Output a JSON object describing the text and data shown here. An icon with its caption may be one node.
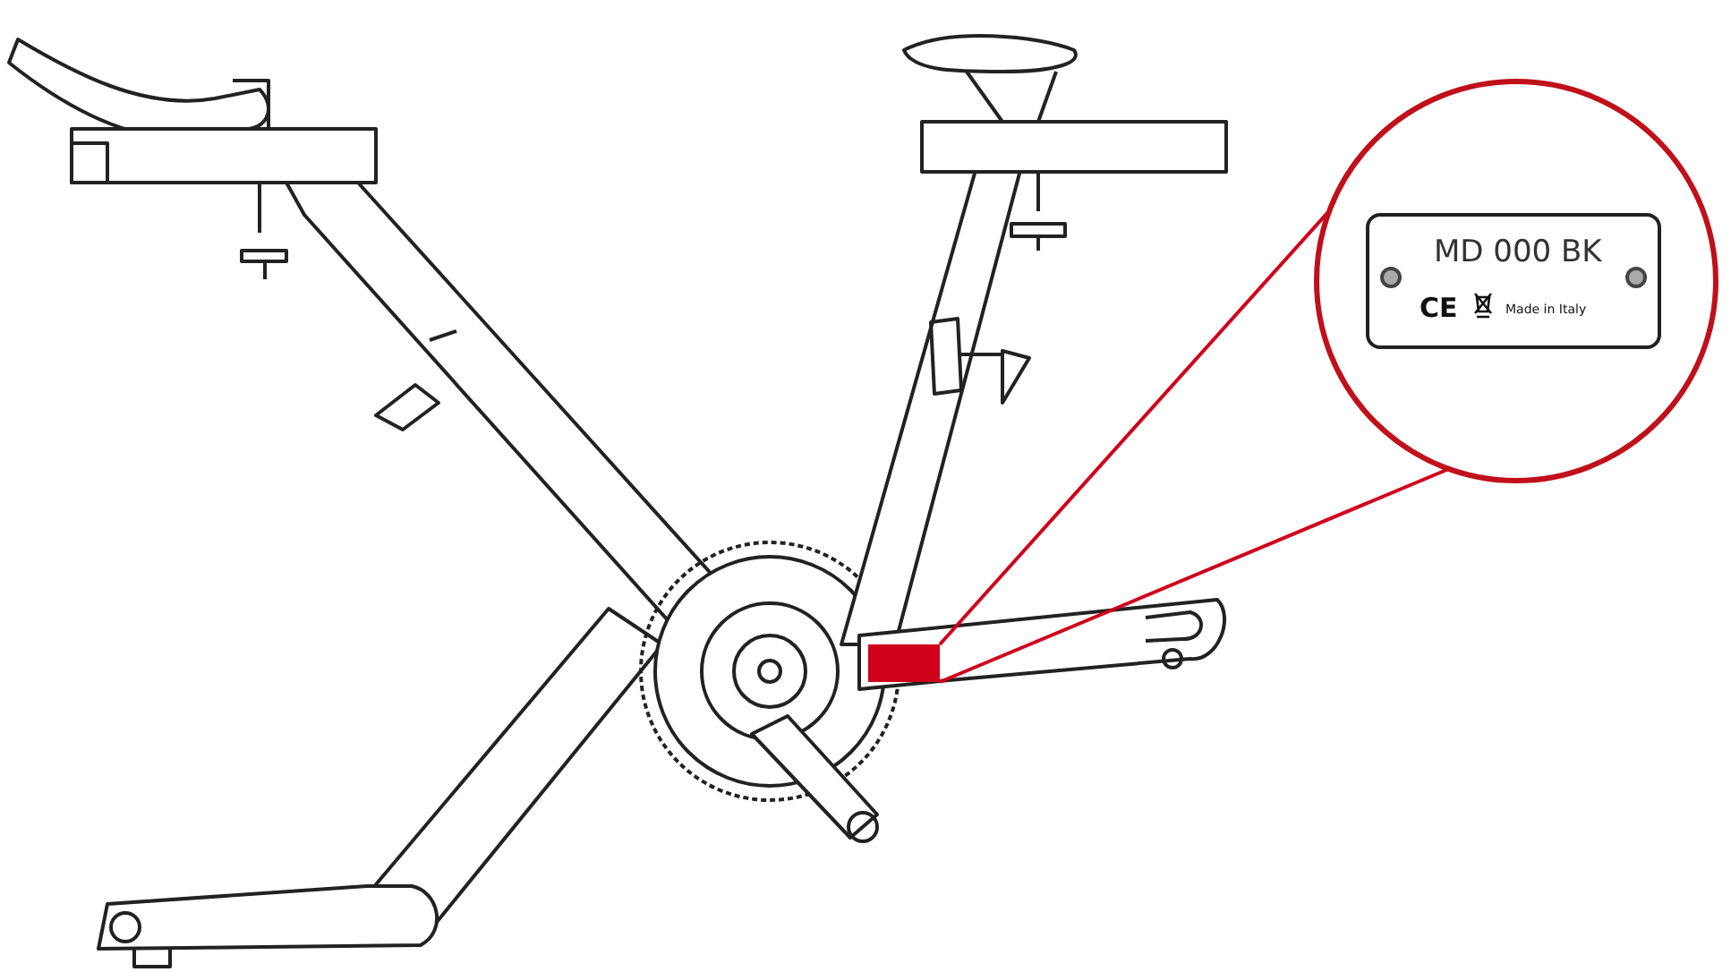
{
  "diagram": {
    "nodes": [
      {
        "text": [],
        "shape": "box"
      },
      {
        "text": [],
        "shape": "circle"
      },
      {
        "text": [
          "MD 000 BK",
          "Made in Italy"
        ],
        "in": 1
      }
    ],
    "edges": [
      {
        "from": 0,
        "to": 1,
        "arrow": "none",
        "color": "#d0021b"
      },
      {
        "from": 0,
        "to": 1,
        "arrow": "none",
        "color": "#d0021b"
      }
    ],
    "labels": [
      "CE"
    ]
  }
}
